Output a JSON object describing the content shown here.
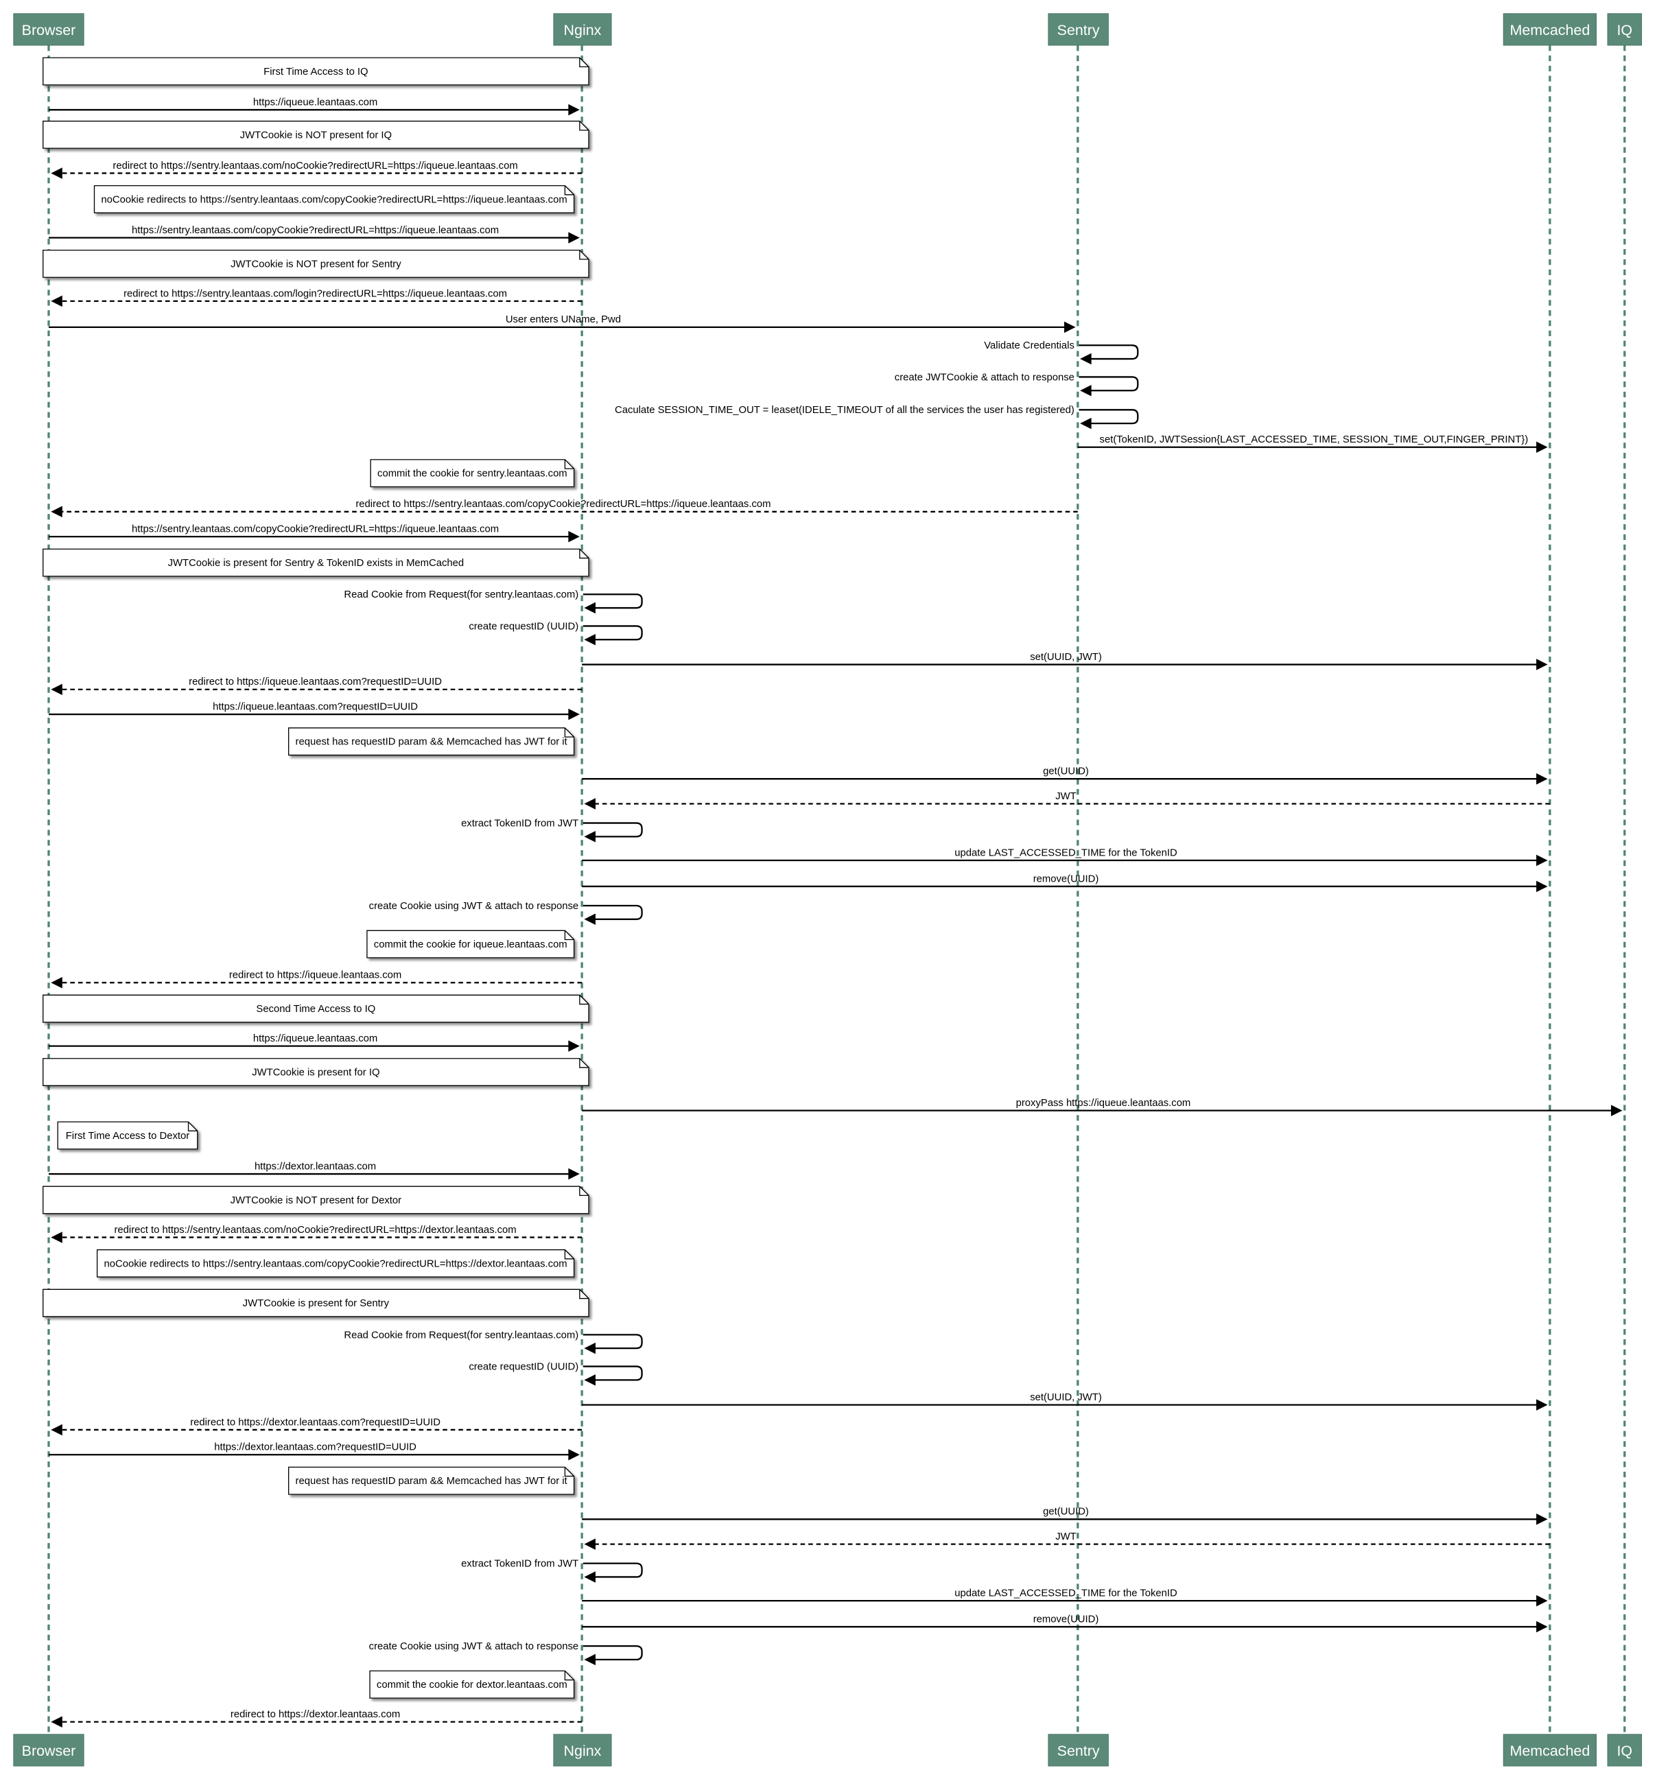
{
  "colors": {
    "participant": "#5b8a79",
    "participant_border": "#4a7565",
    "lifeline": "#4f8572",
    "note_bg": "#ffffff",
    "line": "#000000"
  },
  "participants": [
    {
      "id": "B",
      "label": "Browser"
    },
    {
      "id": "N",
      "label": "Nginx"
    },
    {
      "id": "S",
      "label": "Sentry"
    },
    {
      "id": "M",
      "label": "Memcached"
    },
    {
      "id": "I",
      "label": "IQ"
    }
  ],
  "events": [
    {
      "type": "note",
      "placement": "over",
      "from": "B",
      "to": "N",
      "text": "First Time Access to IQ"
    },
    {
      "type": "msg",
      "from": "B",
      "to": "N",
      "text": "https://iqueue.leantaas.com"
    },
    {
      "type": "note",
      "placement": "over",
      "from": "B",
      "to": "N",
      "text": "JWTCookie is NOT present for IQ"
    },
    {
      "type": "reply",
      "from": "N",
      "to": "B",
      "text": "redirect to https://sentry.leantaas.com/noCookie?redirectURL=https://iqueue.leantaas.com"
    },
    {
      "type": "note",
      "placement": "left",
      "from": "N",
      "text": "noCookie redirects to https://sentry.leantaas.com/copyCookie?redirectURL=https://iqueue.leantaas.com"
    },
    {
      "type": "msg",
      "from": "B",
      "to": "N",
      "text": "https://sentry.leantaas.com/copyCookie?redirectURL=https://iqueue.leantaas.com"
    },
    {
      "type": "note",
      "placement": "over",
      "from": "B",
      "to": "N",
      "text": "JWTCookie is NOT present for Sentry"
    },
    {
      "type": "reply",
      "from": "N",
      "to": "B",
      "text": "redirect to https://sentry.leantaas.com/login?redirectURL=https://iqueue.leantaas.com"
    },
    {
      "type": "msg",
      "from": "B",
      "to": "S",
      "text": "User enters UName, Pwd"
    },
    {
      "type": "self",
      "from": "S",
      "text": "Validate Credentials"
    },
    {
      "type": "self",
      "from": "S",
      "text": "create JWTCookie & attach to response"
    },
    {
      "type": "self",
      "from": "S",
      "text": "Caculate SESSION_TIME_OUT = leaset(IDELE_TIMEOUT of all the services the user has registered)"
    },
    {
      "type": "msg",
      "from": "S",
      "to": "M",
      "text": "set(TokenID, JWTSession{LAST_ACCESSED_TIME, SESSION_TIME_OUT,FINGER_PRINT})"
    },
    {
      "type": "note",
      "placement": "left",
      "from": "N",
      "text": "commit the cookie for sentry.leantaas.com"
    },
    {
      "type": "reply",
      "from": "S",
      "to": "B",
      "text": "redirect to https://sentry.leantaas.com/copyCookie?redirectURL=https://iqueue.leantaas.com"
    },
    {
      "type": "msg",
      "from": "B",
      "to": "N",
      "text": "https://sentry.leantaas.com/copyCookie?redirectURL=https://iqueue.leantaas.com"
    },
    {
      "type": "note",
      "placement": "over",
      "from": "B",
      "to": "N",
      "text": "JWTCookie is present for Sentry & TokenID exists in MemCached"
    },
    {
      "type": "self",
      "from": "N",
      "text": "Read Cookie from Request(for sentry.leantaas.com)"
    },
    {
      "type": "self",
      "from": "N",
      "text": "create requestID (UUID)"
    },
    {
      "type": "msg",
      "from": "N",
      "to": "M",
      "text": "set(UUID, JWT)"
    },
    {
      "type": "reply",
      "from": "N",
      "to": "B",
      "text": "redirect to https://iqueue.leantaas.com?requestID=UUID"
    },
    {
      "type": "msg",
      "from": "B",
      "to": "N",
      "text": "https://iqueue.leantaas.com?requestID=UUID"
    },
    {
      "type": "note",
      "placement": "left",
      "from": "N",
      "text": "request has requestID param && Memcached has JWT for it"
    },
    {
      "type": "msg",
      "from": "N",
      "to": "M",
      "text": "get(UUID)"
    },
    {
      "type": "reply",
      "from": "M",
      "to": "N",
      "text": "JWT"
    },
    {
      "type": "self",
      "from": "N",
      "text": "extract TokenID from JWT"
    },
    {
      "type": "msg",
      "from": "N",
      "to": "M",
      "text": "update LAST_ACCESSED_TIME for the TokenID"
    },
    {
      "type": "msg",
      "from": "N",
      "to": "M",
      "text": "remove(UUID)"
    },
    {
      "type": "self",
      "from": "N",
      "text": "create Cookie using JWT & attach to response"
    },
    {
      "type": "note",
      "placement": "left",
      "from": "N",
      "text": "commit the cookie for iqueue.leantaas.com"
    },
    {
      "type": "reply",
      "from": "N",
      "to": "B",
      "text": "redirect to https://iqueue.leantaas.com"
    },
    {
      "type": "note",
      "placement": "over",
      "from": "B",
      "to": "N",
      "text": "Second Time Access to IQ"
    },
    {
      "type": "msg",
      "from": "B",
      "to": "N",
      "text": "https://iqueue.leantaas.com"
    },
    {
      "type": "note",
      "placement": "over",
      "from": "B",
      "to": "N",
      "text": "JWTCookie is present for IQ"
    },
    {
      "type": "msg",
      "from": "N",
      "to": "I",
      "text": "proxyPass https://iqueue.leantaas.com"
    },
    {
      "type": "note",
      "placement": "right",
      "from": "B",
      "text": "First Time Access to Dextor"
    },
    {
      "type": "msg",
      "from": "B",
      "to": "N",
      "text": "https://dextor.leantaas.com"
    },
    {
      "type": "note",
      "placement": "over",
      "from": "B",
      "to": "N",
      "text": "JWTCookie is NOT present for Dextor"
    },
    {
      "type": "reply",
      "from": "N",
      "to": "B",
      "text": "redirect to https://sentry.leantaas.com/noCookie?redirectURL=https://dextor.leantaas.com"
    },
    {
      "type": "note",
      "placement": "left",
      "from": "N",
      "text": "noCookie redirects to https://sentry.leantaas.com/copyCookie?redirectURL=https://dextor.leantaas.com"
    },
    {
      "type": "note",
      "placement": "over",
      "from": "B",
      "to": "N",
      "text": "JWTCookie is present for Sentry"
    },
    {
      "type": "self",
      "from": "N",
      "text": "Read Cookie from Request(for sentry.leantaas.com)"
    },
    {
      "type": "self",
      "from": "N",
      "text": "create requestID (UUID)"
    },
    {
      "type": "msg",
      "from": "N",
      "to": "M",
      "text": "set(UUID, JWT)"
    },
    {
      "type": "reply",
      "from": "N",
      "to": "B",
      "text": "redirect to https://dextor.leantaas.com?requestID=UUID"
    },
    {
      "type": "msg",
      "from": "B",
      "to": "N",
      "text": "https://dextor.leantaas.com?requestID=UUID"
    },
    {
      "type": "note",
      "placement": "left",
      "from": "N",
      "text": "request has requestID param && Memcached has JWT for it"
    },
    {
      "type": "msg",
      "from": "N",
      "to": "M",
      "text": "get(UUID)"
    },
    {
      "type": "reply",
      "from": "M",
      "to": "N",
      "text": "JWT"
    },
    {
      "type": "self",
      "from": "N",
      "text": "extract TokenID from JWT"
    },
    {
      "type": "msg",
      "from": "N",
      "to": "M",
      "text": "update LAST_ACCESSED_TIME for the TokenID"
    },
    {
      "type": "msg",
      "from": "N",
      "to": "M",
      "text": "remove(UUID)"
    },
    {
      "type": "self",
      "from": "N",
      "text": "create Cookie using JWT & attach to response"
    },
    {
      "type": "note",
      "placement": "left",
      "from": "N",
      "text": "commit the cookie for dextor.leantaas.com"
    },
    {
      "type": "reply",
      "from": "N",
      "to": "B",
      "text": "redirect to https://dextor.leantaas.com"
    }
  ]
}
